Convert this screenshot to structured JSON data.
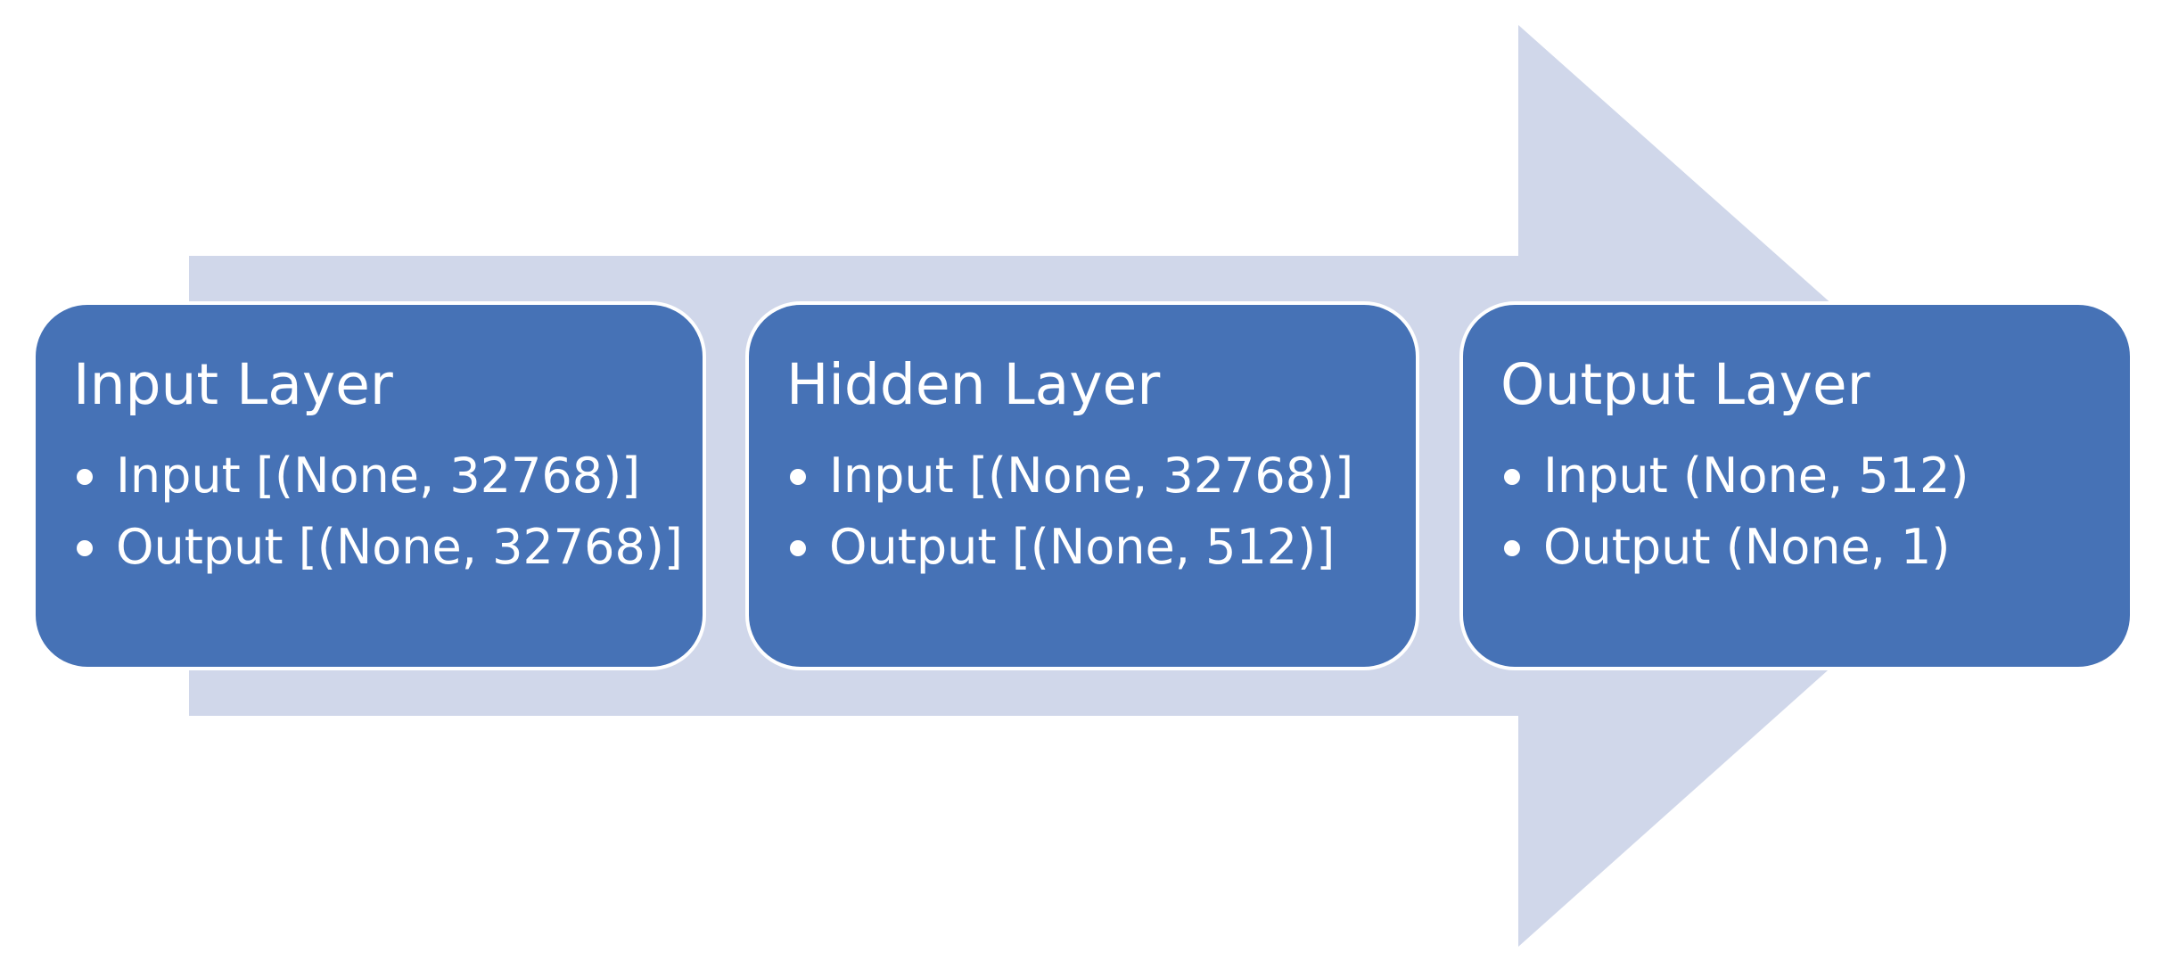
{
  "colors": {
    "arrow": "#d0d7ea",
    "box": "#4672b6",
    "text": "#ffffff"
  },
  "layers": [
    {
      "title": "Input Layer",
      "items": [
        "Input [(None, 32768)]",
        "Output [(None, 32768)]"
      ]
    },
    {
      "title": "Hidden Layer",
      "items": [
        "Input [(None, 32768)]",
        "Output [(None, 512)]"
      ]
    },
    {
      "title": "Output Layer",
      "items": [
        "Input (None, 512)",
        "Output (None, 1)"
      ]
    }
  ]
}
